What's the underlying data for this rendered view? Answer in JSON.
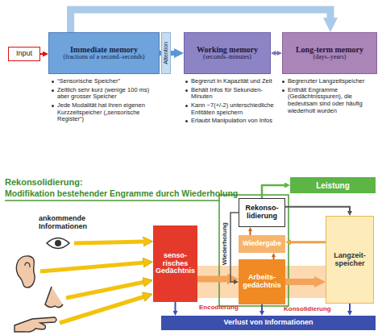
{
  "diagram": {
    "nodes": [
      {
        "text": [
          "Input"
        ]
      },
      {
        "text": [
          "Immediate memory",
          "(fractions of a second–seconds)"
        ]
      },
      {
        "text": [
          "Attention"
        ]
      },
      {
        "text": [
          "Working memory",
          "(seconds–minutes)"
        ]
      },
      {
        "text": [
          "Long-term memory",
          "(days–years)"
        ]
      },
      {
        "text": [
          "senso- risches Gedächtnis"
        ]
      },
      {
        "text": [
          "Leistung"
        ]
      },
      {
        "text": [
          "Rekonso- lidierung"
        ]
      },
      {
        "text": [
          "Wiedergabe"
        ]
      },
      {
        "text": [
          "Arbeits- gedächtnis"
        ]
      },
      {
        "text": [
          "Langzeit- speicher"
        ]
      },
      {
        "text": [
          "Verlust von Informationen"
        ]
      }
    ],
    "edges": [
      {
        "from": 0,
        "to": 1,
        "arrow": "to"
      },
      {
        "from": 1,
        "to": 3,
        "arrow": "to"
      },
      {
        "from": 3,
        "to": 4,
        "arrow": "both"
      },
      {
        "from": 1,
        "to": 4,
        "arrow": "to"
      },
      {
        "from": 5,
        "to": 9,
        "arrow": "to",
        "label": "Encodierung"
      },
      {
        "from": 9,
        "to": 10,
        "arrow": "to",
        "label": "Konsolidierung"
      },
      {
        "from": 10,
        "to": 8,
        "arrow": "to"
      },
      {
        "from": 9,
        "to": 8,
        "arrow": "to"
      },
      {
        "from": 8,
        "to": 7,
        "arrow": "to"
      },
      {
        "from": 7,
        "to": 6,
        "arrow": "to"
      },
      {
        "from": 7,
        "to": 10,
        "arrow": "to"
      },
      {
        "from": 7,
        "to": 9,
        "arrow": "to",
        "label": "Wiederholung"
      },
      {
        "from": 5,
        "to": 11,
        "arrow": "to"
      },
      {
        "from": 9,
        "to": 11,
        "arrow": "to"
      },
      {
        "from": 10,
        "to": 11,
        "arrow": "to"
      }
    ],
    "labels": [
      "“Sensorische Speicher”",
      "Zeitlich sehr kurz (wenige 100 ms) aber grosser Speicher",
      "Jede Modalität hat ihren eigenen Kurzzeitspeicher („sensorische Register“)",
      "Begrenzt in Kapazität und Zeit",
      "Behält Infos für Sekunden-Minuten",
      "Kann ~7(+/-2) unterschiedliche Entitäten speichern",
      "Erlaubt Manipulation von Infos",
      "Begrenzter Langzeitspeicher",
      "Enthält Engramme (Gedächtnisspuren), die bedeutsam sind oder häufig wiederholt wurden",
      "Rekonsolidierung:",
      "Modifikation bestehender Engramme durch Wiederholung",
      "ankommende Informationen"
    ]
  }
}
